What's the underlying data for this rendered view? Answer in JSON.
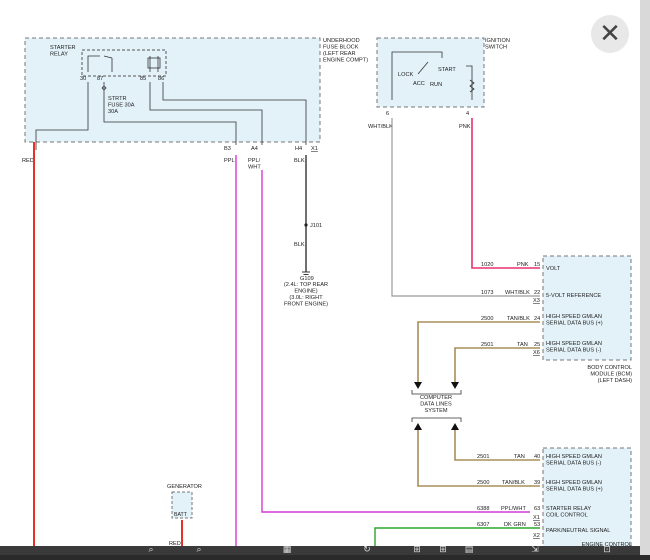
{
  "viewer": {
    "close_label": "✕"
  },
  "boxes": {
    "fuse_block": "UNDERHOOD FUSE BLOCK (LEFT REAR ENGINE COMPT)",
    "starter_relay": "STARTER RELAY",
    "fuse": "STRTR FUSE 30A 30A",
    "ignition_switch": "IGNITION SWITCH",
    "bcm": "BODY CONTROL MODULE (BCM) (LEFT DASH)",
    "generator": "GENERATOR",
    "batt": "BATT",
    "data_lines": "COMPUTER DATA LINES SYSTEM",
    "ecm_partial": "ENGINE CONTROL"
  },
  "relay_pins": [
    "30",
    "87",
    "85",
    "86"
  ],
  "ignition_positions": [
    "LOCK",
    "ACC",
    "RUN",
    "START"
  ],
  "fuse_block_pins": [
    "B3",
    "A4",
    "H4",
    "X1"
  ],
  "ignition_pins": [
    "6",
    "4"
  ],
  "wire_colors_top": [
    "RED",
    "PPL",
    "PPL/ WHT",
    "BLK",
    "WHT/BLK",
    "PNK"
  ],
  "splice": "J101",
  "ground": {
    "label": "G109",
    "note": "(2.4L: TOP REAR ENGINE) (3.0L: RIGHT FRONT ENGINE)"
  },
  "bcm_rows": [
    {
      "circuit": "1020",
      "color": "PNK",
      "pin": "15",
      "label": "VOLT",
      "conn": ""
    },
    {
      "circuit": "1073",
      "color": "WHT/BLK",
      "pin": "22",
      "label": "5-VOLT REFERENCE",
      "conn": "X3"
    },
    {
      "circuit": "2500",
      "color": "TAN/BLK",
      "pin": "24",
      "label": "HIGH SPEED GMLAN SERIAL DATA BUS (+)",
      "conn": ""
    },
    {
      "circuit": "2501",
      "color": "TAN",
      "pin": "25",
      "label": "HIGH SPEED GMLAN SERIAL DATA BUS (-)",
      "conn": "X6"
    }
  ],
  "ecm_rows": [
    {
      "circuit": "2501",
      "color": "TAN",
      "pin": "40",
      "label": "HIGH SPEED GMLAN SERIAL DATA BUS (-)",
      "conn": ""
    },
    {
      "circuit": "2500",
      "color": "TAN/BLK",
      "pin": "39",
      "label": "HIGH SPEED GMLAN SERIAL DATA BUS (+)",
      "conn": ""
    },
    {
      "circuit": "6388",
      "color": "PPL/WHT",
      "pin": "63",
      "label": "STARTER RELAY COIL CONTROL",
      "conn": "X1"
    },
    {
      "circuit": "6307",
      "color": "DK GRN",
      "pin": "53",
      "label": "PARK/NEUTRAL SIGNAL",
      "conn": "X2"
    }
  ],
  "gen_wire": "RED",
  "colors": {
    "red": "#e8302a",
    "magenta": "#d63ad6",
    "pink": "#e8306e",
    "tan": "#a88d5a",
    "green": "#2aa52a",
    "gray": "#9a9a9a",
    "box": "#e3f2f9"
  }
}
